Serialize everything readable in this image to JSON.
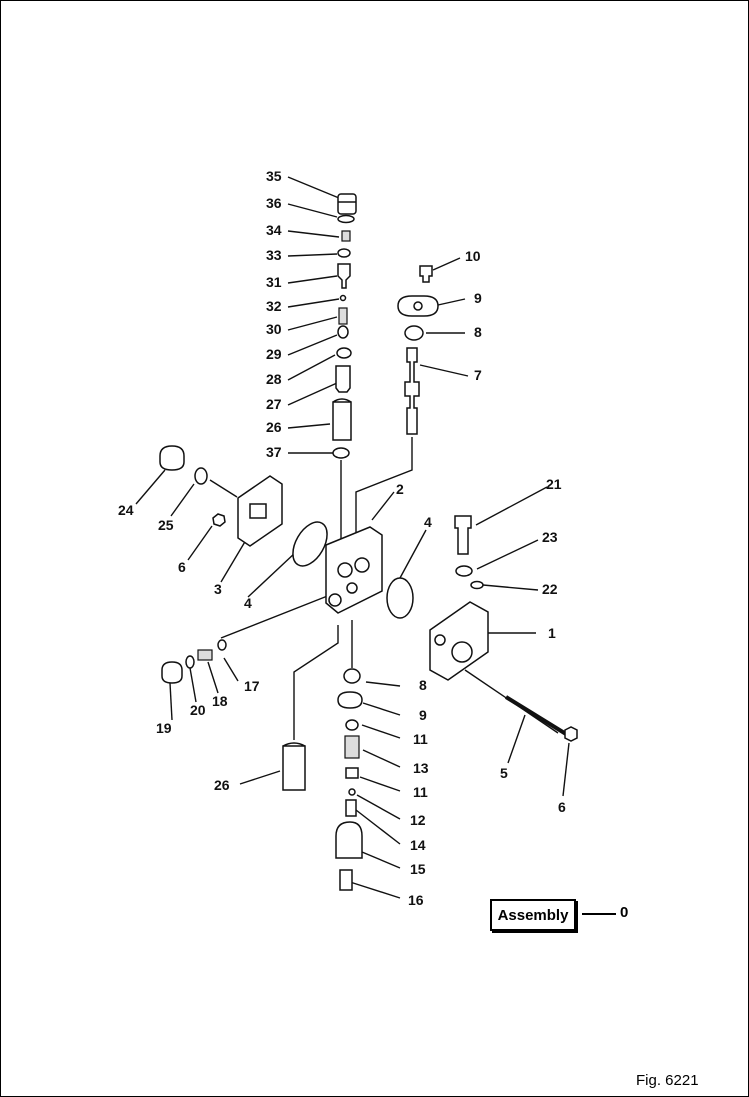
{
  "figure": {
    "label": "Fig. 6221",
    "assembly_label": "Assembly",
    "assembly_number": "0"
  },
  "callouts": [
    "35",
    "36",
    "34",
    "33",
    "31",
    "32",
    "30",
    "29",
    "28",
    "27",
    "26",
    "37",
    "10",
    "9",
    "8",
    "7",
    "24",
    "25",
    "6",
    "3",
    "2",
    "4",
    "4",
    "21",
    "23",
    "22",
    "1",
    "19",
    "20",
    "18",
    "17",
    "8",
    "9",
    "11",
    "13",
    "11",
    "12",
    "14",
    "15",
    "16",
    "26",
    "5",
    "6"
  ]
}
